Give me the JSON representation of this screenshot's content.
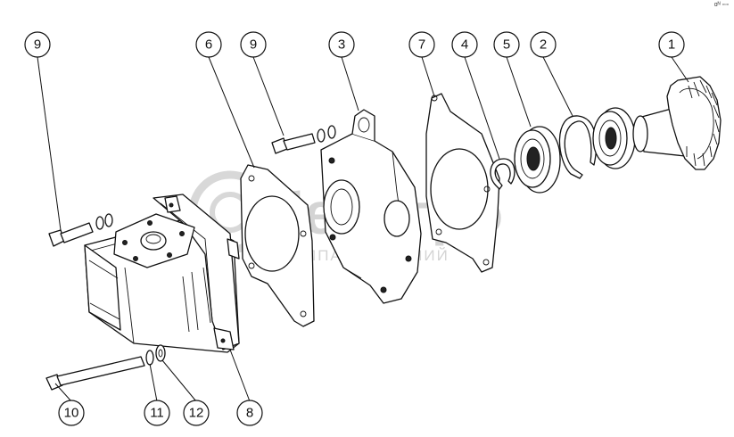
{
  "callouts": [
    {
      "id": "c9a",
      "label": "9"
    },
    {
      "id": "c6",
      "label": "6"
    },
    {
      "id": "c9b",
      "label": "9"
    },
    {
      "id": "c3",
      "label": "3"
    },
    {
      "id": "c7",
      "label": "7"
    },
    {
      "id": "c4",
      "label": "4"
    },
    {
      "id": "c5",
      "label": "5"
    },
    {
      "id": "c2",
      "label": "2"
    },
    {
      "id": "c1",
      "label": "1"
    },
    {
      "id": "c10",
      "label": "10"
    },
    {
      "id": "c11",
      "label": "11"
    },
    {
      "id": "c12",
      "label": "12"
    },
    {
      "id": "c8",
      "label": "8"
    }
  ],
  "watermark": {
    "brand": "белагро",
    "tagline": "ГРУППА КОМПАНИЙ"
  },
  "corner_mark": "ɑᴺ ▫▫▫"
}
